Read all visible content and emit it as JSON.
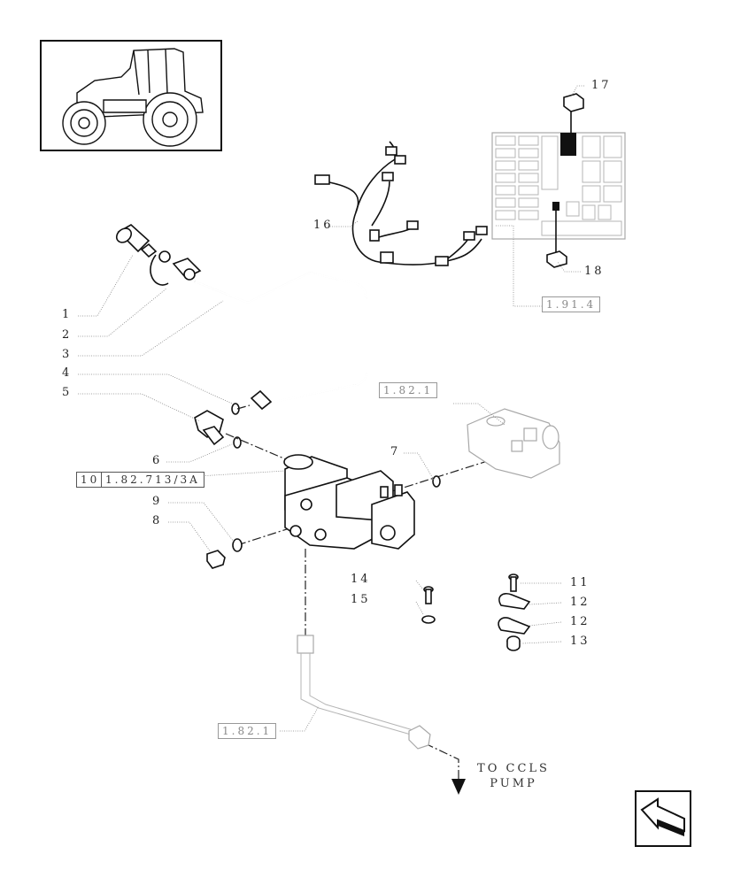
{
  "callouts": [
    {
      "num": "1"
    },
    {
      "num": "2"
    },
    {
      "num": "3"
    },
    {
      "num": "4"
    },
    {
      "num": "5"
    },
    {
      "num": "6"
    },
    {
      "num": "7"
    },
    {
      "num": "8"
    },
    {
      "num": "9"
    },
    {
      "num": "11"
    },
    {
      "num": "12"
    },
    {
      "num": "12"
    },
    {
      "num": "13"
    },
    {
      "num": "14"
    },
    {
      "num": "15"
    },
    {
      "num": "16"
    },
    {
      "num": "17"
    },
    {
      "num": "18"
    }
  ],
  "references": {
    "item10_num": "10",
    "item10_ref": "1.82.713/3A",
    "ref_valve_top": "1.82.1",
    "ref_pipe_bottom": "1.82.1",
    "ref_fusebox": "1.91.4"
  },
  "note": {
    "line1": "TO CCLS",
    "line2": "PUMP"
  },
  "icons": {
    "thumbnail": "tractor-thumbnail-icon",
    "nav": "next-page-arrow-icon"
  },
  "colors": {
    "ink": "#111111",
    "ghost": "#9a9a9a"
  }
}
